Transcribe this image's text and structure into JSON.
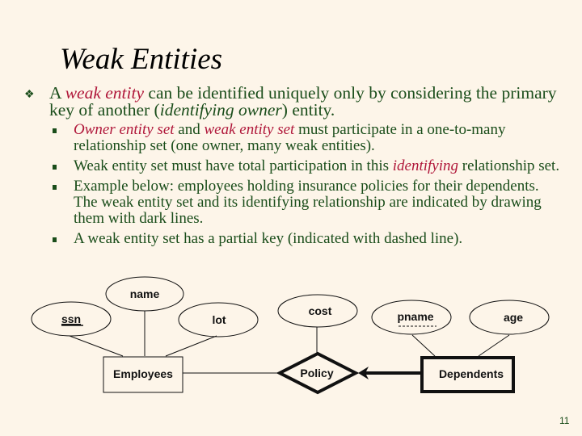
{
  "slide": {
    "title": "Weak Entities",
    "page_number": "11",
    "bullet_icon": "diamond-cluster-icon",
    "main_bullet": {
      "p1": "A ",
      "em1": "weak entity",
      "p2": " can be identified uniquely only by considering the primary key of another (",
      "em2": "identifying owner",
      "p3": ") entity."
    },
    "sub_bullets": [
      {
        "em1": "Owner entity set",
        "p1": " and ",
        "em2": "weak entity set",
        "p2": " must participate in a one-to-many relationship set (one owner, many weak entities)."
      },
      {
        "p1": "Weak entity set must have total participation in this ",
        "em1": "identifying",
        "p2": " relationship set."
      },
      {
        "p1": "Example below: employees holding insurance policies for their dependents. The weak entity set and its identifying relationship are indicated by drawing them with dark lines."
      },
      {
        "p1": "A weak entity set has a partial key (indicated with dashed line)."
      }
    ]
  },
  "diagram": {
    "entities": {
      "employees": "Employees",
      "dependents": "Dependents"
    },
    "relationship": "Policy",
    "attributes": {
      "ssn": "ssn",
      "name": "name",
      "lot": "lot",
      "cost": "cost",
      "pname": "pname",
      "age": "age"
    }
  },
  "colors": {
    "background": "#fdf5e9",
    "text": "#1a4d1a",
    "emphasis": "#b0173a"
  }
}
